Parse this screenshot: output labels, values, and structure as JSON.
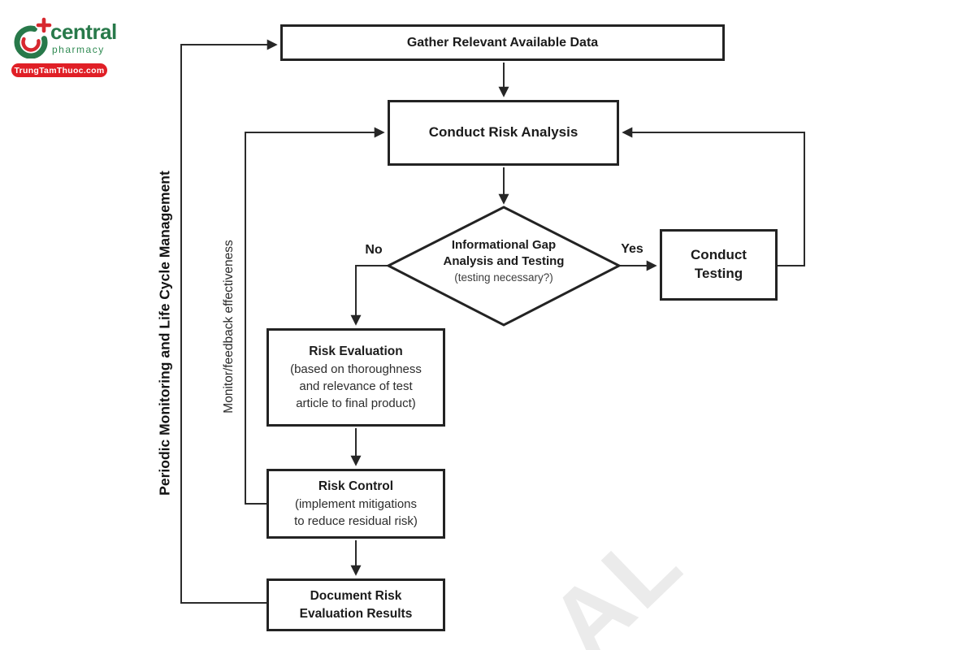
{
  "logo": {
    "brand": "central",
    "sub": "pharmacy",
    "badge": "TrungTamThuoc.com",
    "colors": {
      "green": "#28794a",
      "red": "#e01f26"
    }
  },
  "flowchart": {
    "nodes": {
      "gather": {
        "label": "Gather Relevant Available Data"
      },
      "risk_analysis": {
        "label": "Conduct Risk Analysis"
      },
      "decision": {
        "line1": "Informational Gap",
        "line2": "Analysis and Testing",
        "line3": "(testing necessary?)"
      },
      "conduct_testing": {
        "line1": "Conduct",
        "line2": "Testing"
      },
      "risk_evaluation": {
        "title": "Risk Evaluation",
        "line1": "(based on thoroughness",
        "line2": "and relevance of test",
        "line3": "article to final product)"
      },
      "risk_control": {
        "title": "Risk Control",
        "line1": "(implement mitigations",
        "line2": "to reduce residual risk)"
      },
      "document_results": {
        "line1": "Document Risk",
        "line2": "Evaluation Results"
      }
    },
    "edge_labels": {
      "no": "No",
      "yes": "Yes"
    },
    "side_labels": {
      "outer_loop": "Periodic Monitoring and Life Cycle Management",
      "inner_loop": "Monitor/feedback effectiveness"
    },
    "line_color": "#2b2b2b"
  },
  "watermark": {
    "text": "AL"
  }
}
